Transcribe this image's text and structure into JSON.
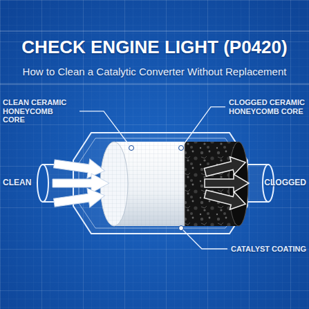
{
  "diagram": {
    "title": "CHECK ENGINE LIGHT (P0420)",
    "labels": [
      "How to Clean a Catalytic Converter Without Replacement",
      "CLEAN CERAMIC HONEYCOMB CORE",
      "CLOGGED CERAMIC HONEYCOMB CORE",
      "CLEAN",
      "CLOGGED",
      "CATALYST COATING"
    ]
  }
}
